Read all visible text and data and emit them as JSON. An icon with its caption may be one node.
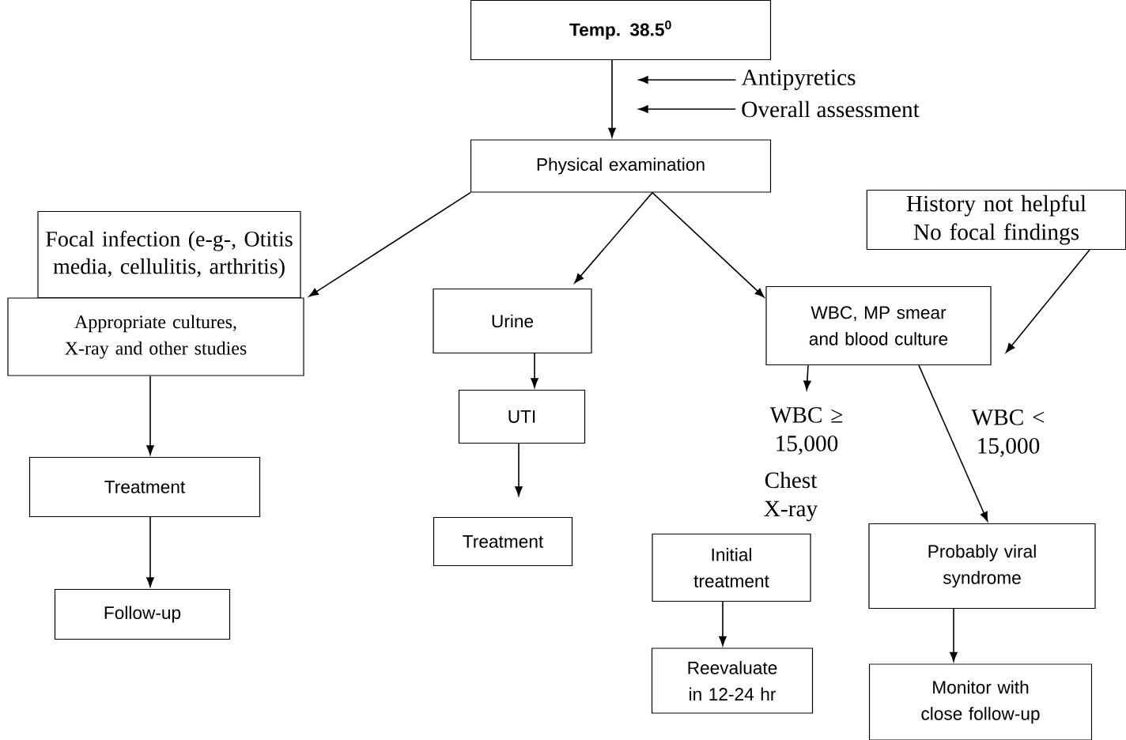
{
  "diagram": {
    "nodes": [
      {
        "text": [
          "Temp. 38.5$^{0}$"
        ]
      },
      {
        "text": [
          "Antipyretics"
        ]
      },
      {
        "text": [
          "Overall assessment"
        ]
      },
      {
        "text": [
          "Physical examination"
        ]
      },
      {
        "text": [
          "Focal infection (e-g-, Otitis media, cellulitis, arthritis)"
        ]
      },
      {
        "text": [
          "Appropriate cultures, X-ray and other studies"
        ]
      },
      {
        "text": [
          "Urine"
        ]
      },
      {
        "text": [
          "WBC, MP smear and blood culture"
        ]
      },
      {
        "text": [
          "History not helpful No focal findings"
        ]
      },
      {
        "text": [
          "Treatment"
        ]
      },
      {
        "text": [
          "UTI"
        ]
      },
      {
        "text": [
          "Treatment"
        ]
      },
      {
        "text": [
          "WBC ≥ 15,000"
        ]
      },
      {
        "text": [
          "Follow-up"
        ]
      },
      {
        "text": [
          "Initial treatment"
        ]
      },
      {
        "text": [
          "Probably viral syndrome"
        ]
      },
      {
        "text": [
          "Reevaluate in 12-24 hr"
        ]
      },
      {
        "text": [
          "Monitor with close follow-up"
        ]
      }
    ],
    "edges": [
      {
        "from": 0,
        "to": 3,
        "arrow": "to"
      },
      {
        "from": 1,
        "to": null,
        "arrow": "to"
      },
      {
        "from": 2,
        "to": null,
        "arrow": "to"
      },
      {
        "from": 3,
        "to": 5,
        "arrow": "to"
      },
      {
        "from": 3,
        "to": 6,
        "arrow": "to"
      },
      {
        "from": 3,
        "to": 7,
        "arrow": "to"
      },
      {
        "from": 8,
        "to": 7,
        "arrow": "to"
      },
      {
        "from": 5,
        "to": 9,
        "arrow": "to"
      },
      {
        "from": 9,
        "to": 13,
        "arrow": "to"
      },
      {
        "from": 6,
        "to": 10,
        "arrow": "to"
      },
      {
        "from": 10,
        "to": 11,
        "arrow": "to"
      },
      {
        "from": 7,
        "to": 12,
        "arrow": "to"
      },
      {
        "from": 7,
        "to": 15,
        "arrow": "to",
        "label": "WBC < 15,000"
      },
      {
        "from": 14,
        "to": 16,
        "arrow": "to"
      },
      {
        "from": 15,
        "to": 17,
        "arrow": "to"
      }
    ],
    "labels": [
      "Chest X-ray"
    ]
  }
}
